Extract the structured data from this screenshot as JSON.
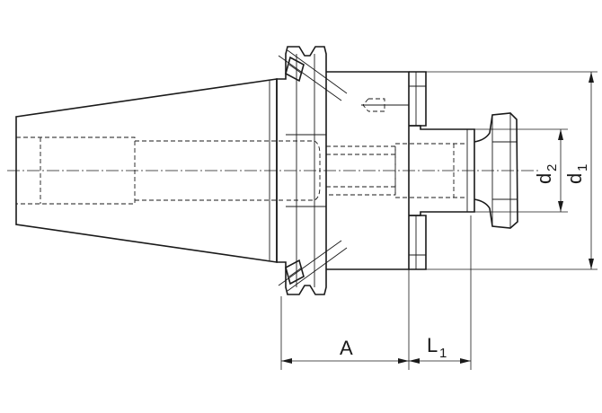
{
  "dimensions": {
    "A": {
      "main": "A",
      "sub": ""
    },
    "L1": {
      "main": "L",
      "sub": "1"
    },
    "d2": {
      "main": "d",
      "sub": "2"
    },
    "d1": {
      "main": "d",
      "sub": "1"
    }
  }
}
